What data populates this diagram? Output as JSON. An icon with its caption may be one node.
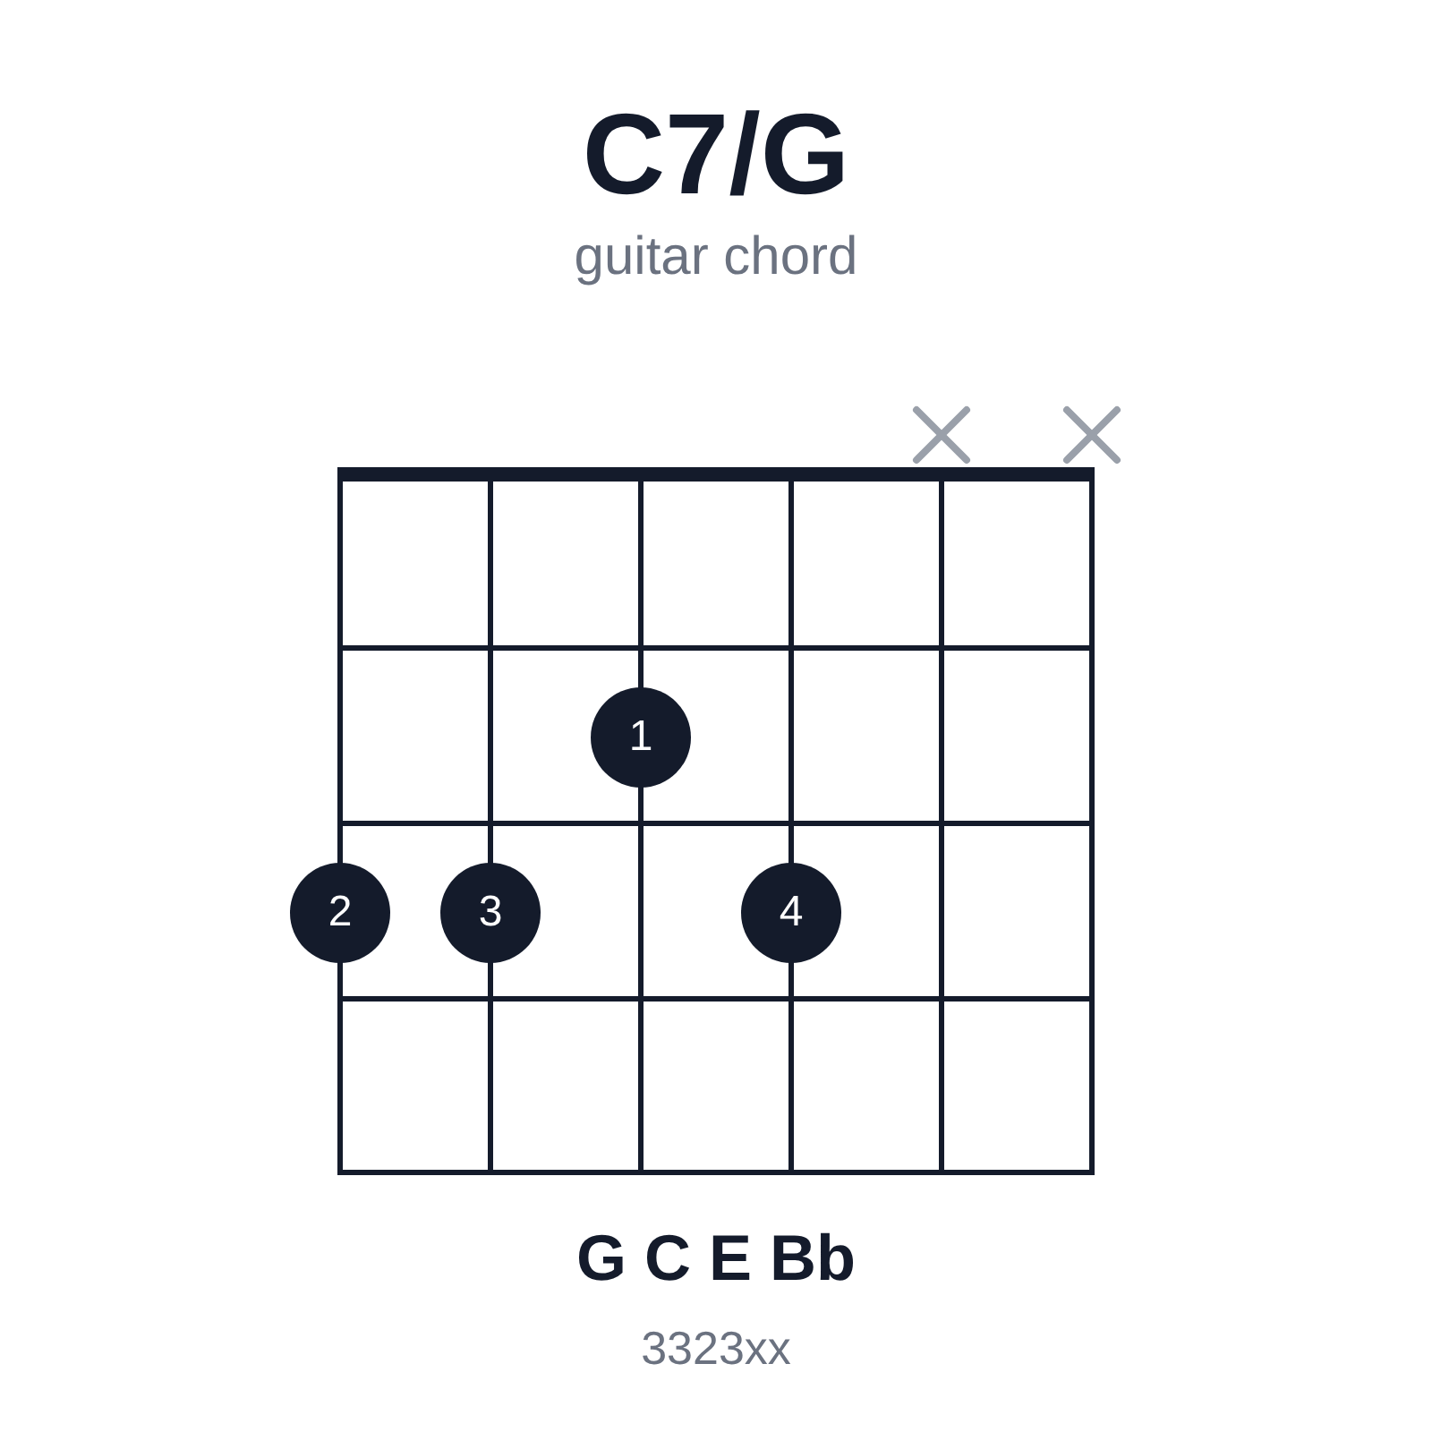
{
  "diagram": {
    "title": "C7/G",
    "nodes": [
      {
        "text": [
          "1"
        ]
      },
      {
        "text": [
          "2"
        ]
      },
      {
        "text": [
          "3"
        ]
      },
      {
        "text": [
          "4"
        ]
      }
    ],
    "labels": [
      "guitar chord",
      "G C E Bb",
      "3323xx"
    ]
  }
}
